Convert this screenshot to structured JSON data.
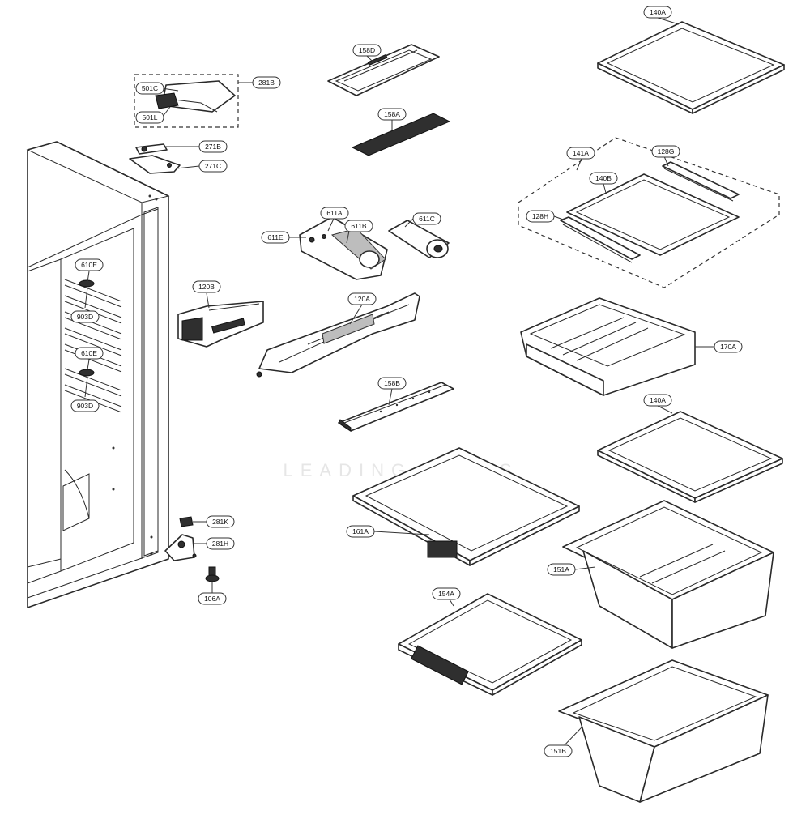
{
  "labels": {
    "l_281B": "281B",
    "l_501C": "501C",
    "l_501L": "501L",
    "l_271B": "271B",
    "l_271C": "271C",
    "l_158D": "158D",
    "l_158A": "158A",
    "l_140A_top": "140A",
    "l_141A": "141A",
    "l_128G": "128G",
    "l_140B": "140B",
    "l_128H": "128H",
    "l_611A": "611A",
    "l_611B": "611B",
    "l_611C": "611C",
    "l_611E": "611E",
    "l_610E_a": "610E",
    "l_903D_a": "903D",
    "l_610E_b": "610E",
    "l_903D_b": "903D",
    "l_120B": "120B",
    "l_120A": "120A",
    "l_170A": "170A",
    "l_158B": "158B",
    "l_140A_mid": "140A",
    "l_161A": "161A",
    "l_151A": "151A",
    "l_154A": "154A",
    "l_151B": "151B",
    "l_281K": "281K",
    "l_281H": "281H",
    "l_106A": "106A"
  },
  "watermark": "LEADING PARTS",
  "colors": {
    "line": "#2a2a2a",
    "background": "#ffffff",
    "dark_part": "#2f2f2f",
    "watermark": "#e6e6e6"
  }
}
